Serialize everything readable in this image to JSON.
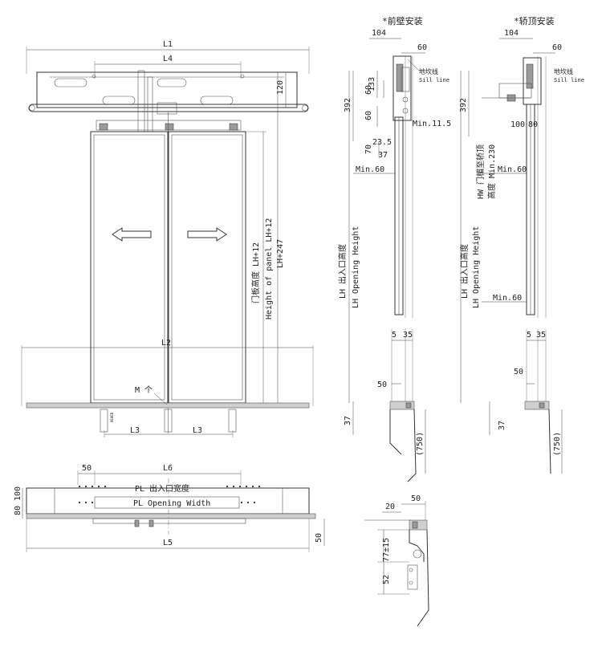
{
  "front_view": {
    "dims": {
      "l1": "L1",
      "l4": "L4",
      "l2": "L2",
      "l3_left": "L3",
      "l3_right": "L3",
      "d120": "120"
    },
    "panel_height_cn": "门板高度 LH+12",
    "panel_height_en": "Height of panel LH+12",
    "overall_height": "LH+247",
    "marker": "M 个"
  },
  "plan_view": {
    "dims": {
      "d50": "50",
      "l6": "L6",
      "l5": "L5",
      "d80": "80",
      "d100": "100",
      "d50_right": "50"
    },
    "opening_width_cn": "PL 出入口宽度",
    "opening_width_en": "PL Opening Width"
  },
  "wall_section": {
    "title": "*前壁安装",
    "sill_cn": "地坎线",
    "sill_en": "Sill line",
    "dims": {
      "d104": "104",
      "d60_top": "60",
      "d392": "392",
      "d133": "133",
      "d60_a": "60",
      "d60_b": "60",
      "d70": "70",
      "d23_5": "23.5",
      "d37": "37",
      "min11_5": "Min.11.5",
      "min60": "Min.60",
      "d5": "5",
      "d35": "35",
      "d50": "50",
      "d37_bottom": "37",
      "d750": "(750)"
    },
    "height_cn": "LH 出入口高度",
    "height_en": "LH Opening Height"
  },
  "car_section": {
    "title": "*轿顶安装",
    "sill_cn": "地坎线",
    "sill_en": "Sill line",
    "dims": {
      "d104": "104",
      "d60_top": "60",
      "d392": "392",
      "d100": "100",
      "d80": "80",
      "min60": "Min.60",
      "min60_low": "Min.60",
      "d5": "5",
      "d35": "35",
      "d50": "50",
      "d37": "37",
      "d750": "(750)"
    },
    "hw_label_1": "HW 门楣至轿顶",
    "hw_label_2": "高度 Min.230",
    "height_cn": "LH 出入口高度",
    "height_en": "LH Opening Height"
  },
  "sill_detail": {
    "dims": {
      "d20": "20",
      "d50": "50",
      "d77_15": "77±15",
      "d52": "52"
    }
  }
}
